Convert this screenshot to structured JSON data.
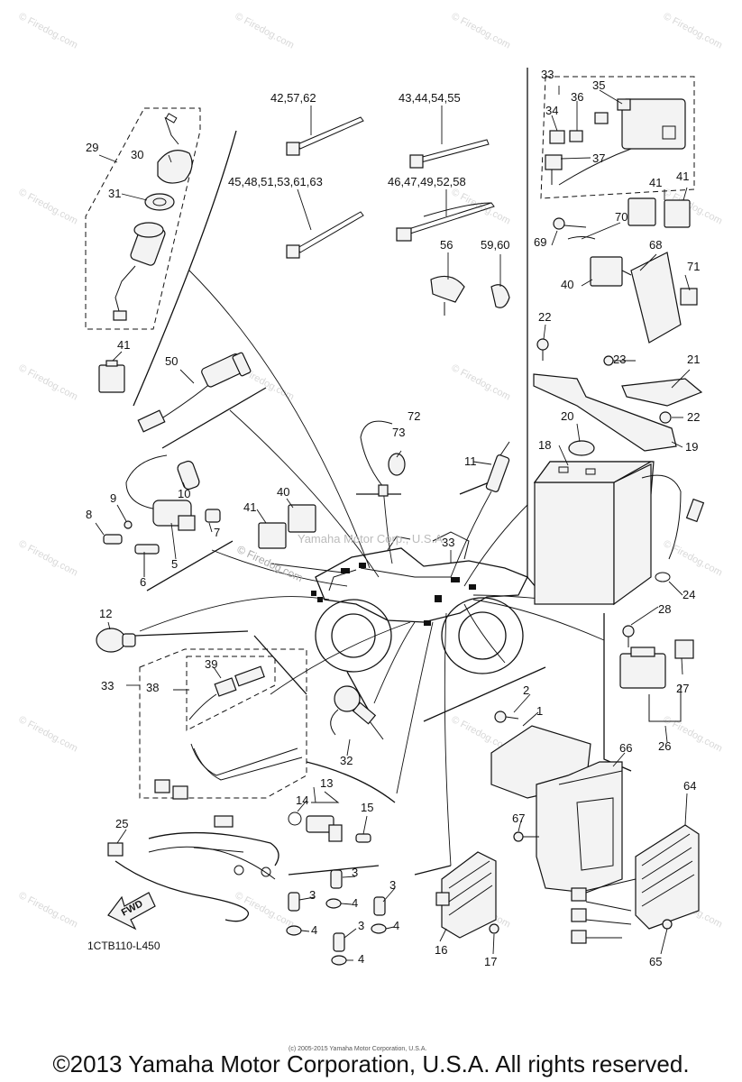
{
  "diagram_code": "1CTB110-L450",
  "copyright": "©2013 Yamaha Motor Corporation, U.S.A. All rights reserved.",
  "tiny_copyright": "(c) 2005-2015 Yamaha Motor Corporation, U.S.A.",
  "watermark": "© Firedog.com",
  "center_watermark": "Yamaha Motor Corp., U.S.A.",
  "fwd_label": "FWD",
  "group_labels": {
    "g_42_57_62": "42,57,62",
    "g_43_44_54_55": "43,44,54,55",
    "g_45_48": "45,48,51,53,61,63",
    "g_46_47": "46,47,49,52,58",
    "g_59_60": "59,60"
  },
  "callouts": {
    "c1": "1",
    "c2": "2",
    "c3a": "3",
    "c3b": "3",
    "c3c": "3",
    "c3d": "3",
    "c4a": "4",
    "c4b": "4",
    "c4c": "4",
    "c4d": "4",
    "c5": "5",
    "c6": "6",
    "c7": "7",
    "c8": "8",
    "c9": "9",
    "c10": "10",
    "c11": "11",
    "c12": "12",
    "c13": "13",
    "c14": "14",
    "c15": "15",
    "c16": "16",
    "c17": "17",
    "c18": "18",
    "c19": "19",
    "c20": "20",
    "c21": "21",
    "c22a": "22",
    "c22b": "22",
    "c23": "23",
    "c24": "24",
    "c25": "25",
    "c26": "26",
    "c27": "27",
    "c28": "28",
    "c29": "29",
    "c30": "30",
    "c31": "31",
    "c32": "32",
    "c33a": "33",
    "c33b": "33",
    "c33c": "33",
    "c34": "34",
    "c35": "35",
    "c36": "36",
    "c37": "37",
    "c38": "38",
    "c39": "39",
    "c40a": "40",
    "c40b": "40",
    "c41a": "41",
    "c41b": "41",
    "c41c": "41",
    "c41d": "41",
    "c50": "50",
    "c56": "56",
    "c64": "64",
    "c65": "65",
    "c66": "66",
    "c67": "67",
    "c68": "68",
    "c69": "69",
    "c70": "70",
    "c71": "71",
    "c72": "72",
    "c73": "73"
  }
}
